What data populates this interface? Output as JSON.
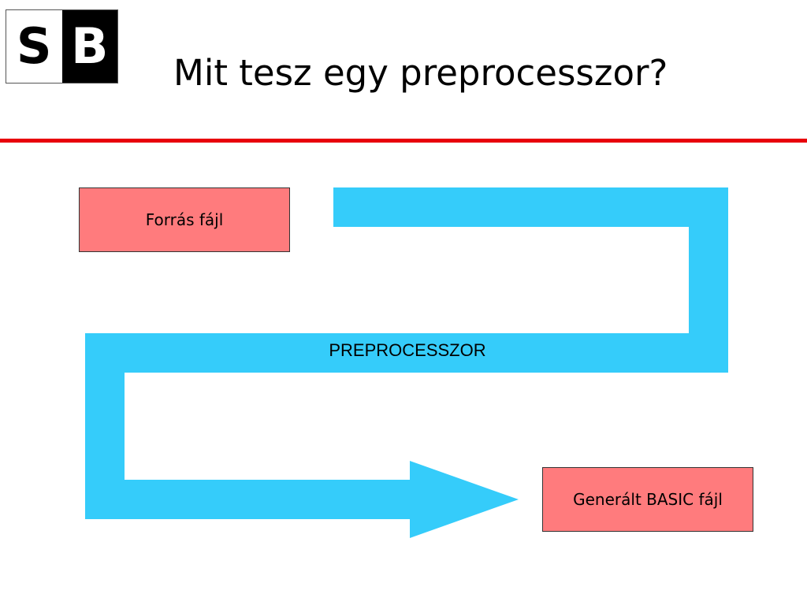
{
  "logo": {
    "letter_left": "S",
    "letter_right": "B"
  },
  "title": "Mit tesz egy preprocesszor?",
  "colors": {
    "divider": "#e8000b",
    "flow_arrow": "#35ccfa",
    "box_fill": "#ff7b7d",
    "box_border": "#333333"
  },
  "diagram": {
    "source_box": "Forrás fájl",
    "process_label": "PREPROCESSZOR",
    "output_box": "Generált BASIC fájl"
  }
}
